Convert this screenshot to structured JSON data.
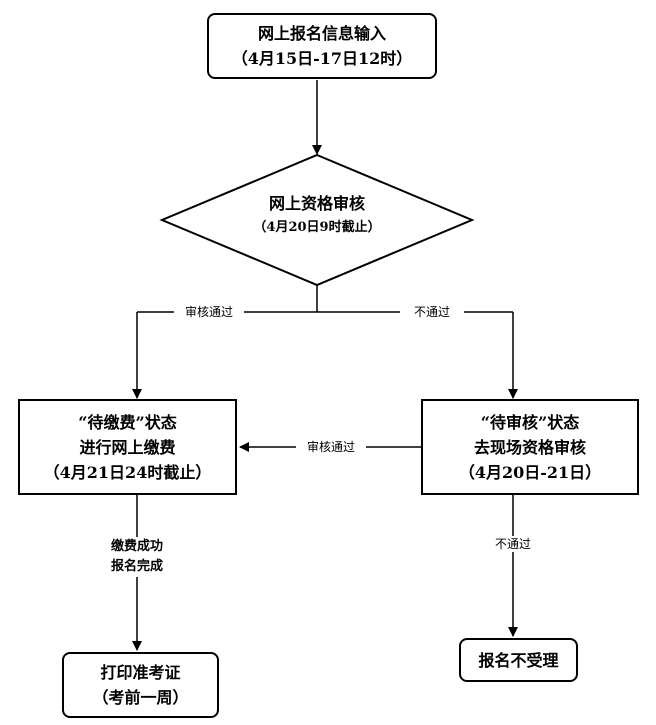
{
  "nodes": {
    "start": {
      "line1": "网上报名信息输入",
      "line2": "（4月15日-17日12时）"
    },
    "review": {
      "line1": "网上资格审核",
      "line2": "（4月20日9时截止）"
    },
    "pay": {
      "line1": "“待缴费”状态",
      "line2": "进行网上缴费",
      "line3": "（4月21日24时截止）"
    },
    "onsite": {
      "line1": "“待审核”状态",
      "line2": "去现场资格审核",
      "line3": "（4月20日-21日）"
    },
    "print": {
      "line1": "打印准考证",
      "line2": "（考前一周）"
    },
    "reject": {
      "line1": "报名不受理"
    }
  },
  "edges": {
    "pass_left": "审核通过",
    "fail_right": "不通过",
    "pass_onsite": "审核通过",
    "paid_line1": "缴费成功",
    "paid_line2": "报名完成",
    "fail_onsite": "不通过"
  }
}
